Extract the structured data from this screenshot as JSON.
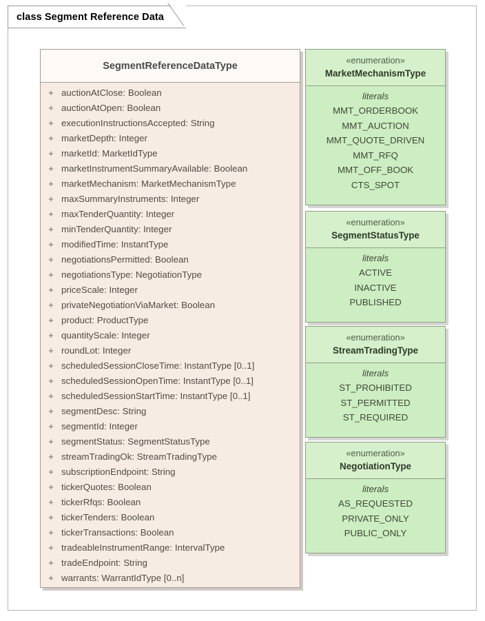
{
  "diagram": {
    "title": "class Segment Reference Data",
    "colors": {
      "frame_border": "#b4b4b4",
      "class_fill": "#f7ece3",
      "class_header_fill": "#fdf9f6",
      "class_border": "#a89a93",
      "enum_fill": "#cdedc2",
      "enum_header_fill": "#d5f0cb",
      "enum_border": "#8f9e84",
      "text": "#514a46"
    }
  },
  "class_box": {
    "name": "SegmentReferenceDataType",
    "attributes": [
      {
        "visibility": "+",
        "signature": "auctionAtClose: Boolean"
      },
      {
        "visibility": "+",
        "signature": "auctionAtOpen: Boolean"
      },
      {
        "visibility": "+",
        "signature": "executionInstructionsAccepted: String"
      },
      {
        "visibility": "+",
        "signature": "marketDepth: Integer"
      },
      {
        "visibility": "+",
        "signature": "marketId: MarketIdType"
      },
      {
        "visibility": "+",
        "signature": "marketInstrumentSummaryAvailable: Boolean"
      },
      {
        "visibility": "+",
        "signature": "marketMechanism: MarketMechanismType"
      },
      {
        "visibility": "+",
        "signature": "maxSummaryInstruments: Integer"
      },
      {
        "visibility": "+",
        "signature": "maxTenderQuantity: Integer"
      },
      {
        "visibility": "+",
        "signature": "minTenderQuantity: Integer"
      },
      {
        "visibility": "+",
        "signature": "modifiedTime: InstantType"
      },
      {
        "visibility": "+",
        "signature": "negotiationsPermitted: Boolean"
      },
      {
        "visibility": "+",
        "signature": "negotiationsType: NegotiationType"
      },
      {
        "visibility": "+",
        "signature": "priceScale: Integer"
      },
      {
        "visibility": "+",
        "signature": "privateNegotiationViaMarket: Boolean"
      },
      {
        "visibility": "+",
        "signature": "product: ProductType"
      },
      {
        "visibility": "+",
        "signature": "quantityScale: Integer"
      },
      {
        "visibility": "+",
        "signature": "roundLot: Integer"
      },
      {
        "visibility": "+",
        "signature": "scheduledSessionCloseTime: InstantType [0..1]"
      },
      {
        "visibility": "+",
        "signature": "scheduledSessionOpenTime: InstantType [0..1]"
      },
      {
        "visibility": "+",
        "signature": "scheduledSessionStartTime: InstantType [0..1]"
      },
      {
        "visibility": "+",
        "signature": "segmentDesc: String"
      },
      {
        "visibility": "+",
        "signature": "segmentId: Integer"
      },
      {
        "visibility": "+",
        "signature": "segmentStatus: SegmentStatusType"
      },
      {
        "visibility": "+",
        "signature": "streamTradingOk: StreamTradingType"
      },
      {
        "visibility": "+",
        "signature": "subscriptionEndpoint: String"
      },
      {
        "visibility": "+",
        "signature": "tickerQuotes: Boolean"
      },
      {
        "visibility": "+",
        "signature": "tickerRfqs: Boolean"
      },
      {
        "visibility": "+",
        "signature": "tickerTenders: Boolean"
      },
      {
        "visibility": "+",
        "signature": "tickerTransactions: Boolean"
      },
      {
        "visibility": "+",
        "signature": "tradeableInstrumentRange: IntervalType"
      },
      {
        "visibility": "+",
        "signature": "tradeEndpoint: String"
      },
      {
        "visibility": "+",
        "signature": "warrants: WarrantIdType [0..n]"
      }
    ]
  },
  "enumerations": [
    {
      "stereotype": "«enumeration»",
      "name": "MarketMechanismType",
      "literals_label": "literals",
      "literals": [
        "MMT_ORDERBOOK",
        "MMT_AUCTION",
        "MMT_QUOTE_DRIVEN",
        "MMT_RFQ",
        "MMT_OFF_BOOK",
        "CTS_SPOT"
      ]
    },
    {
      "stereotype": "«enumeration»",
      "name": "SegmentStatusType",
      "literals_label": "literals",
      "literals": [
        "ACTIVE",
        "INACTIVE",
        "PUBLISHED"
      ]
    },
    {
      "stereotype": "«enumeration»",
      "name": "StreamTradingType",
      "literals_label": "literals",
      "literals": [
        "ST_PROHIBITED",
        "ST_PERMITTED",
        "ST_REQUIRED"
      ]
    },
    {
      "stereotype": "«enumeration»",
      "name": "NegotiationType",
      "literals_label": "literals",
      "literals": [
        "AS_REQUESTED",
        "PRIVATE_ONLY",
        "PUBLIC_ONLY"
      ]
    }
  ]
}
